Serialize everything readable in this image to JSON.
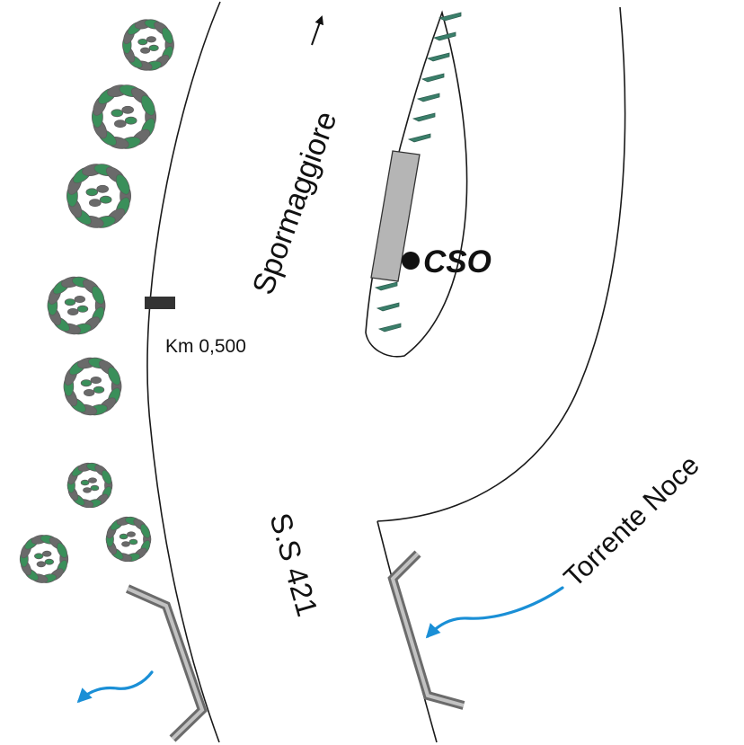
{
  "labels": {
    "direction": "Spormaggiore",
    "direction_arrow": "→",
    "kilometer": "Km 0,500",
    "outfall": "CSO",
    "road": "S.S 421",
    "river": "Torrente Noce"
  },
  "colors": {
    "tree_fill": "#3a8f5a",
    "tree_dark": "#6a6a6a",
    "water_arrow": "#1a8fd6",
    "guardrail_outer": "#6b6b6b",
    "guardrail_inner": "#c2c2c2",
    "tank": "#b5b5b5",
    "road_line": "#1a1a1a"
  },
  "icons": {
    "tree": "tree-canopy-icon",
    "sapling": "sapling-icon",
    "water_flow": "water-flow-arrow-icon",
    "kilometer_marker": "kilometer-marker-icon",
    "outfall_point": "outfall-point-icon"
  }
}
